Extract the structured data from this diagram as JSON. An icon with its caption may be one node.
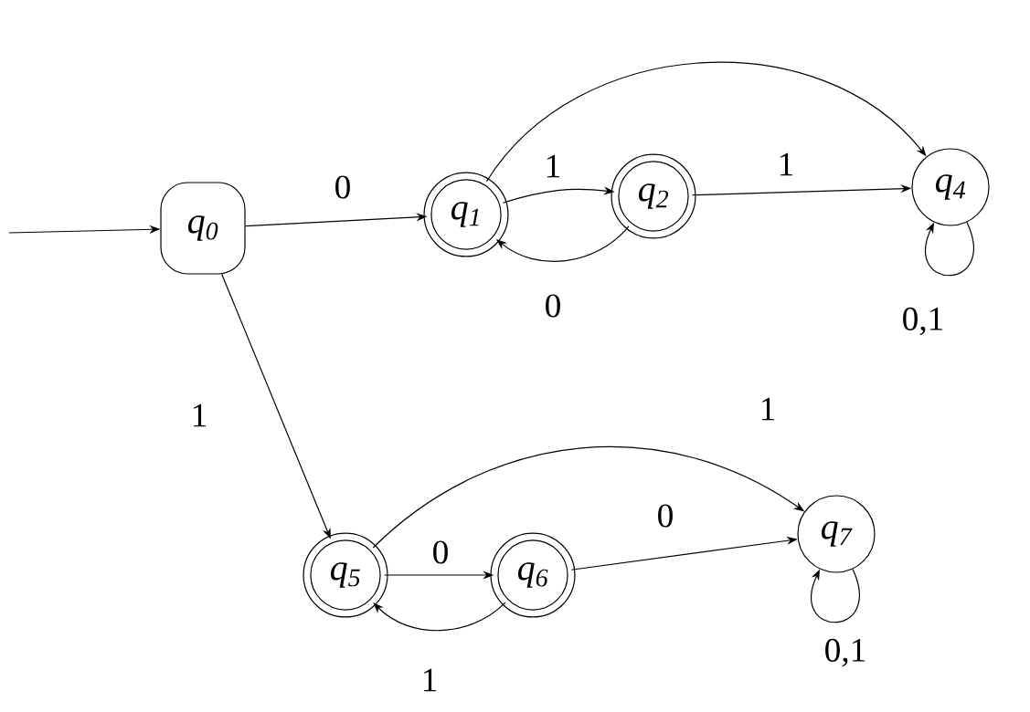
{
  "diagram": {
    "nodes": [
      {
        "text": [
          "q$_{0}$"
        ]
      },
      {
        "text": [
          "q$_{1}$"
        ]
      },
      {
        "text": [
          "q$_{2}$"
        ]
      },
      {
        "text": [
          "q$_{4}$"
        ]
      },
      {
        "text": [
          "q$_{5}$"
        ]
      },
      {
        "text": [
          "q$_{6}$"
        ]
      },
      {
        "text": [
          "q$_{7}$"
        ]
      }
    ],
    "edges": [
      {
        "from": null,
        "to": 0,
        "arrow": "to"
      },
      {
        "from": 0,
        "to": 1,
        "arrow": "to",
        "label": "0"
      },
      {
        "from": 1,
        "to": 2,
        "arrow": "to",
        "label": "1"
      },
      {
        "from": 2,
        "to": 1,
        "arrow": "to",
        "label": "0"
      },
      {
        "from": 1,
        "to": 3,
        "arrow": "to"
      },
      {
        "from": 2,
        "to": 3,
        "arrow": "to",
        "label": "1"
      },
      {
        "from": 3,
        "to": 3,
        "arrow": "to",
        "label": "0,1"
      },
      {
        "from": 0,
        "to": 4,
        "arrow": "to",
        "label": "1"
      },
      {
        "from": 4,
        "to": 5,
        "arrow": "to",
        "label": "0"
      },
      {
        "from": 5,
        "to": 4,
        "arrow": "to",
        "label": "1"
      },
      {
        "from": 5,
        "to": 6,
        "arrow": "to",
        "label": "0"
      },
      {
        "from": 4,
        "to": 6,
        "arrow": "to",
        "label": "1"
      },
      {
        "from": 6,
        "to": 6,
        "arrow": "to",
        "label": "0,1"
      }
    ]
  }
}
